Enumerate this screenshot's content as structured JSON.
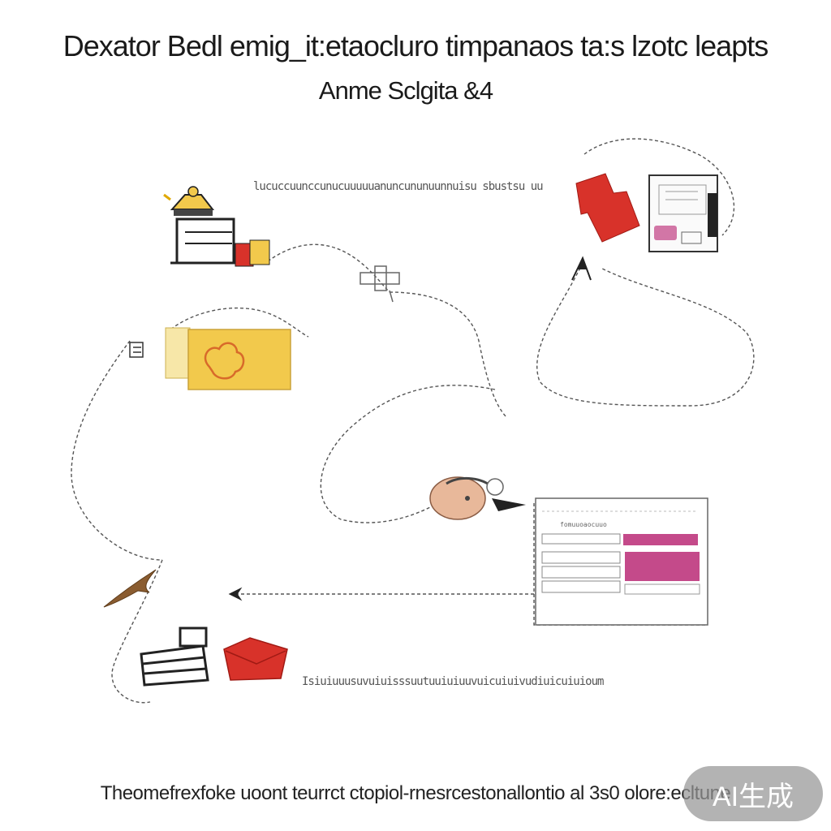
{
  "diagram": {
    "title": "Dexator Bedl emig_it:etaocluro timpanaos ta:s lzotc leapts",
    "subtitle": "Anme Sclgita &4",
    "caption": "Theomefrexfoke uoont teurrct ctopiol-rnesrcestonallontio al 3s0 olore:ecltune",
    "top_squiggle": "lucuccuunccunucuuuuuanuncununuunnuisu sbustsu uu",
    "bottom_squiggle": "Isiuiuuusuvuiuisssuutuuiuiuuvuicuiuivudiuicuiuioum",
    "panel_label": "fomuuoaocuuo",
    "badge": "AI生成"
  },
  "colors": {
    "yellow": "#f2c94c",
    "red": "#d8322a",
    "pink": "#c44a8a",
    "skin": "#e8b89a",
    "line": "#555555"
  },
  "icons": [
    "desk-lamp-icon",
    "document-stack-icon",
    "yellow-folder-icon",
    "red-box-icon",
    "tablet-form-icon",
    "plane-icon",
    "face-arrow-icon",
    "form-panel-icon",
    "tray-stack-icon",
    "red-bag-icon",
    "bird-icon"
  ]
}
